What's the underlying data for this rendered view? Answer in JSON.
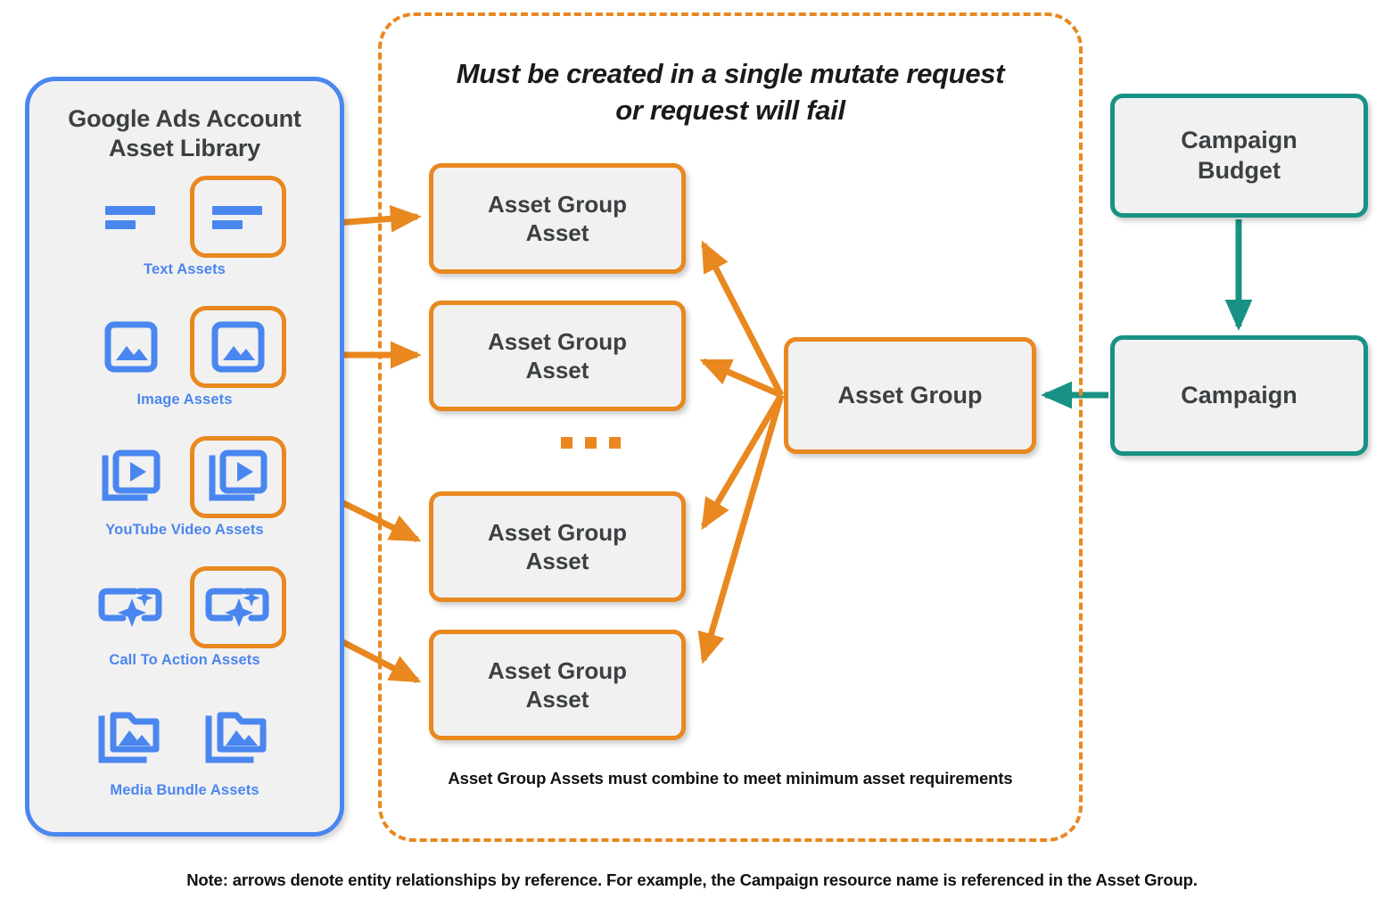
{
  "colors": {
    "orange": "#e8881f",
    "blue": "#4a86f0",
    "teal": "#189284",
    "box_fill": "#f1f1f1",
    "text_dark": "#3c4043",
    "text_black": "#111111"
  },
  "library": {
    "title_line1": "Google Ads Account",
    "title_line2": "Asset Library",
    "assets": [
      {
        "caption": "Text Assets",
        "icon": "text-asset-icon"
      },
      {
        "caption": "Image Assets",
        "icon": "image-asset-icon"
      },
      {
        "caption": "YouTube Video  Assets",
        "icon": "video-asset-icon"
      },
      {
        "caption": "Call To Action Assets",
        "icon": "call-to-action-asset-icon"
      },
      {
        "caption": "Media Bundle  Assets",
        "icon": "media-bundle-asset-icon"
      }
    ]
  },
  "mutate_group": {
    "title_line1": "Must be created in a single mutate request",
    "title_line2": "or request will fail",
    "footnote": "Asset Group Assets must combine to meet minimum asset requirements",
    "asset_group_assets": [
      {
        "line1": "Asset Group",
        "line2": "Asset"
      },
      {
        "line1": "Asset Group",
        "line2": "Asset"
      },
      {
        "line1": "Asset Group",
        "line2": "Asset"
      },
      {
        "line1": "Asset Group",
        "line2": "Asset"
      }
    ],
    "ellipsis": "..."
  },
  "nodes": {
    "asset_group": "Asset Group",
    "campaign_budget_line1": "Campaign",
    "campaign_budget_line2": "Budget",
    "campaign": "Campaign"
  },
  "footer": {
    "note": "Note: arrows denote entity relationships by reference. For example, the Campaign resource name is referenced in the Asset Group."
  }
}
